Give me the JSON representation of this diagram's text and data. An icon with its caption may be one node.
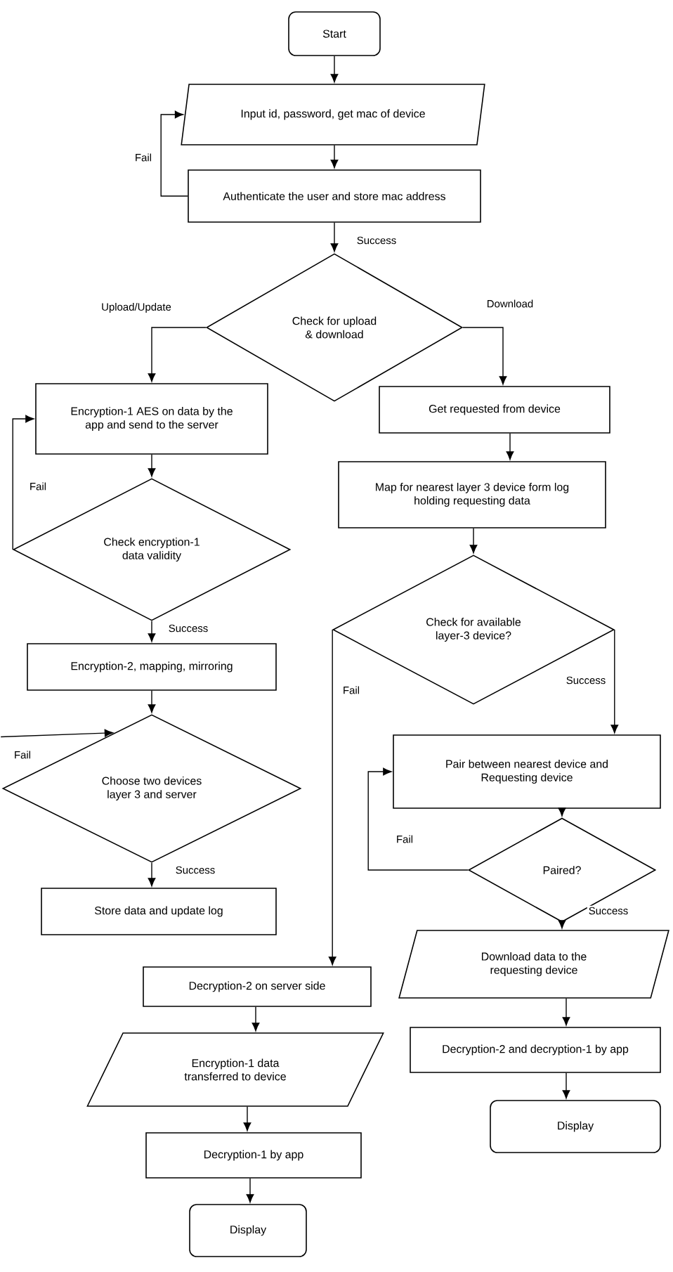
{
  "diagram": {
    "nodes": [
      {
        "text": [
          "Start"
        ]
      },
      {
        "text": [
          "Input id, password, get mac of device"
        ]
      },
      {
        "text": [
          "Authenticate the user and store mac address"
        ]
      },
      {
        "text": [
          "Check for upload & download"
        ]
      },
      {
        "text": [
          "Encryption-1 AES on data by the app and send to the server"
        ]
      },
      {
        "text": [
          "Get requested from device"
        ]
      },
      {
        "text": [
          "Map for nearest layer 3 device form log holding requesting data"
        ]
      },
      {
        "text": [
          "Check encryption-1 data validity"
        ]
      },
      {
        "text": [
          "Check for available layer-3 device?"
        ]
      },
      {
        "text": [
          "Encryption-2, mapping, mirroring"
        ]
      },
      {
        "text": [
          "Choose two devices layer 3 and server"
        ]
      },
      {
        "text": [
          "Pair between nearest device and Requesting device"
        ]
      },
      {
        "text": [
          "Paired?"
        ]
      },
      {
        "text": [
          "Store data and update log"
        ]
      },
      {
        "text": [
          "Download data to the requesting device"
        ]
      },
      {
        "text": [
          "Decryption-2 on server side"
        ]
      },
      {
        "text": [
          "Decryption-2 and decryption-1 by app"
        ]
      },
      {
        "text": [
          "Encryption-1 data transferred to device"
        ]
      },
      {
        "text": [
          "Display"
        ]
      },
      {
        "text": [
          "Decryption-1 by app"
        ]
      },
      {
        "text": [
          "Display"
        ]
      }
    ],
    "edges": [
      {
        "from": 0,
        "to": 1,
        "arrow": "to"
      },
      {
        "from": 1,
        "to": 2,
        "arrow": "to"
      },
      {
        "from": 2,
        "to": 1,
        "arrow": "to",
        "label": "Fail"
      },
      {
        "from": 2,
        "to": 3,
        "arrow": "to",
        "label": "Success"
      },
      {
        "from": 3,
        "to": 4,
        "arrow": "to",
        "label": "Upload/Update"
      },
      {
        "from": 3,
        "to": 5,
        "arrow": "to",
        "label": "Download"
      },
      {
        "from": 4,
        "to": 7,
        "arrow": "to"
      },
      {
        "from": 7,
        "to": 4,
        "arrow": "to",
        "label": "Fail"
      },
      {
        "from": 7,
        "to": 9,
        "arrow": "to",
        "label": "Success"
      },
      {
        "from": 5,
        "to": 6,
        "arrow": "to"
      },
      {
        "from": 6,
        "to": 8,
        "arrow": "to"
      },
      {
        "from": 8,
        "to": 11,
        "arrow": "to",
        "label": "Success"
      },
      {
        "from": 8,
        "to": 15,
        "arrow": "to",
        "label": "Fail"
      },
      {
        "from": 9,
        "to": 10,
        "arrow": "to"
      },
      {
        "from": null,
        "to": 10,
        "arrow": "to",
        "label": "Fail"
      },
      {
        "from": 10,
        "to": 13,
        "arrow": "to",
        "label": "Success"
      },
      {
        "from": 11,
        "to": 12,
        "arrow": "to"
      },
      {
        "from": 12,
        "to": 11,
        "arrow": "to",
        "label": "Fail"
      },
      {
        "from": 12,
        "to": 14,
        "arrow": "to",
        "label": "Success"
      },
      {
        "from": 14,
        "to": 16,
        "arrow": "to"
      },
      {
        "from": 16,
        "to": 18,
        "arrow": "to"
      },
      {
        "from": 15,
        "to": 17,
        "arrow": "to"
      },
      {
        "from": 17,
        "to": 19,
        "arrow": "to"
      },
      {
        "from": 19,
        "to": 20,
        "arrow": "to"
      }
    ]
  }
}
